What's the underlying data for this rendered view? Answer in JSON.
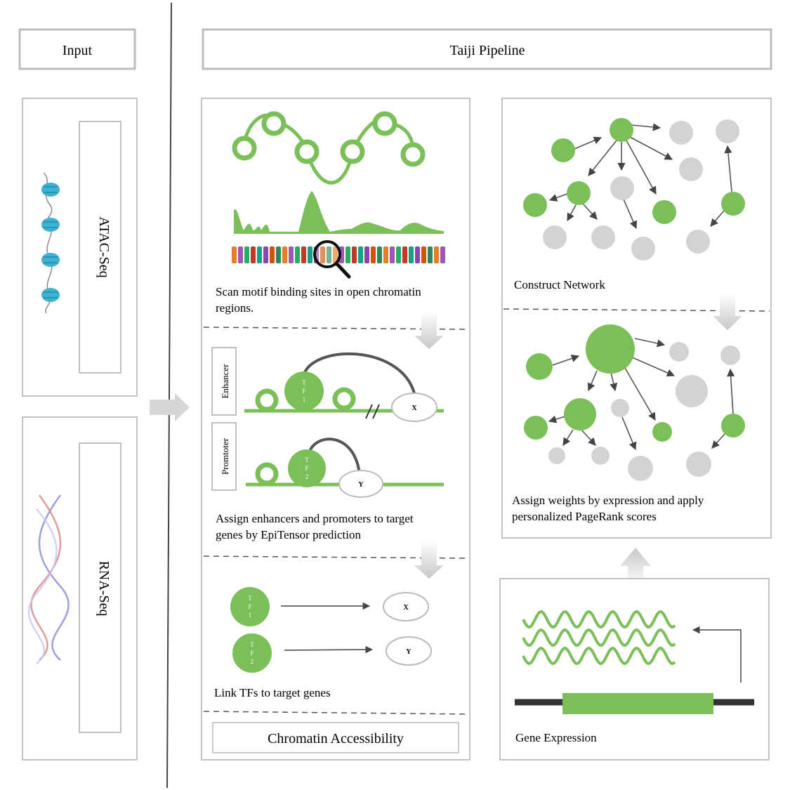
{
  "header": {
    "input_label": "Input",
    "pipeline_label": "Taiji Pipeline"
  },
  "inputs": {
    "atac_label": "ATAC-Seq",
    "rna_label": "RNA-Seq"
  },
  "chromatin": {
    "scan_caption_line1": "Scan motif binding sites in open chromatin",
    "scan_caption_line2": "regions.",
    "enhancer_tag": "Enhancer",
    "promoter_tag": "Promtoter",
    "tf1_letters": [
      "T",
      "F",
      "1"
    ],
    "tf2_letters": [
      "T",
      "F",
      "2"
    ],
    "gene_x": "X",
    "gene_y": "Y",
    "assign_caption_line1": "Assign enhancers and promoters to target",
    "assign_caption_line2": "genes by EpiTensor prediction",
    "link_caption": "Link TFs to target genes",
    "footer_label": "Chromatin Accessibility"
  },
  "network": {
    "construct_caption": "Construct Network",
    "pagerank_caption_line1": "Assign weights by expression and apply",
    "pagerank_caption_line2": "personalized PageRank scores"
  },
  "expression": {
    "caption": "Gene Expression"
  },
  "colors": {
    "green": "#7bbf59",
    "gray_node": "#d3d3d3",
    "border": "#c2c2c2",
    "arrow_block": "#d6d6d6",
    "nucleosome": "#3eb2d4"
  }
}
